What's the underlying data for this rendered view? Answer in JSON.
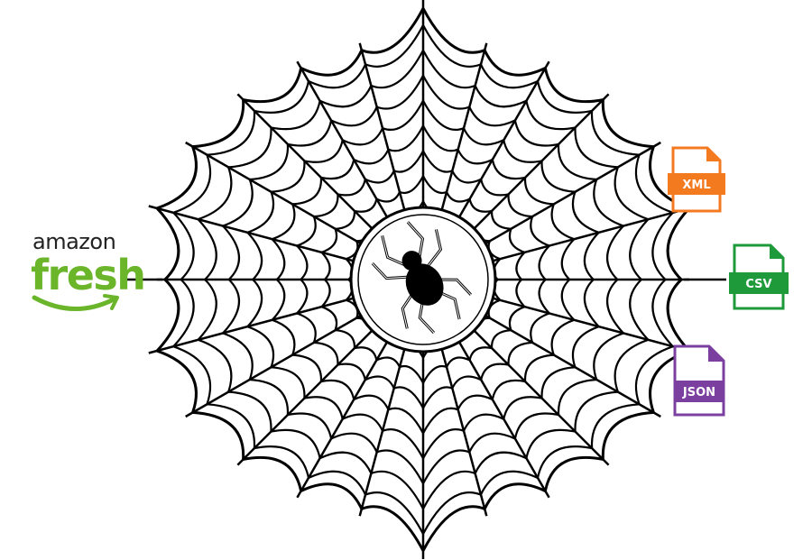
{
  "brand": {
    "line1": "amazon",
    "line2": "fresh",
    "brand_color": "#6bb52b"
  },
  "outputs": [
    {
      "label": "XML",
      "color": "#f47a20",
      "icon": "xml-file-icon"
    },
    {
      "label": "CSV",
      "color": "#1e9a3a",
      "icon": "csv-file-icon"
    },
    {
      "label": "JSON",
      "color": "#7b3fa0",
      "icon": "json-file-icon"
    }
  ],
  "web": {
    "icon": "spider-web",
    "center_icon": "spider-icon",
    "stroke_color": "#000000"
  }
}
